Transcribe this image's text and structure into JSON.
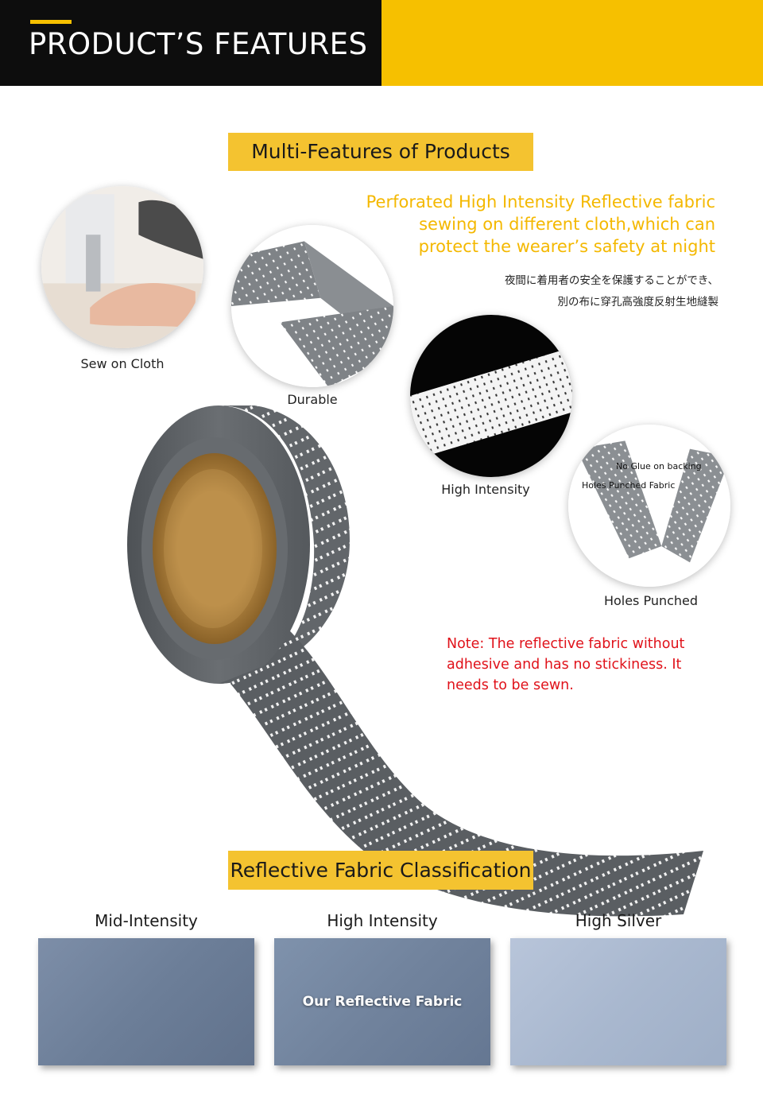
{
  "header": {
    "title": "PRODUCT’S FEATURES",
    "colors": {
      "black": "#0d0d0d",
      "yellow": "#f6c000"
    }
  },
  "section1": {
    "banner": "Multi-Features of Products",
    "intro_lines": [
      "Perforated High Intensity Reflective fabric",
      "sewing on different cloth,which can",
      "protect the wearer’s safety at night"
    ],
    "intro_jp_lines": [
      "夜間に着用者の安全を保護することができ、",
      "別の布に穿孔高強度反射生地縫製"
    ],
    "features": [
      {
        "caption": "Sew on Cloth",
        "icon": "sewing-machine-photo"
      },
      {
        "caption": "Durable",
        "icon": "folded-tape-photo"
      },
      {
        "caption": "High Intensity",
        "icon": "glowing-tape-photo"
      },
      {
        "caption": "Holes Punched",
        "icon": "punched-tape-photo"
      }
    ],
    "callouts": [
      "No Glue on backing",
      "Holes Punched Fabric"
    ],
    "note_lines": [
      "Note: The reflective fabric without",
      "adhesive and has no stickiness. It",
      "needs to be sewn."
    ],
    "note_color": "#e0121a",
    "accent_color": "#f4b800"
  },
  "section2": {
    "banner": "Reflective Fabric Classification",
    "items": [
      {
        "title": "Mid-Intensity",
        "overlay": ""
      },
      {
        "title": "High Intensity",
        "overlay": "Our Reflective Fabric"
      },
      {
        "title": "High Silver",
        "overlay": ""
      }
    ]
  }
}
